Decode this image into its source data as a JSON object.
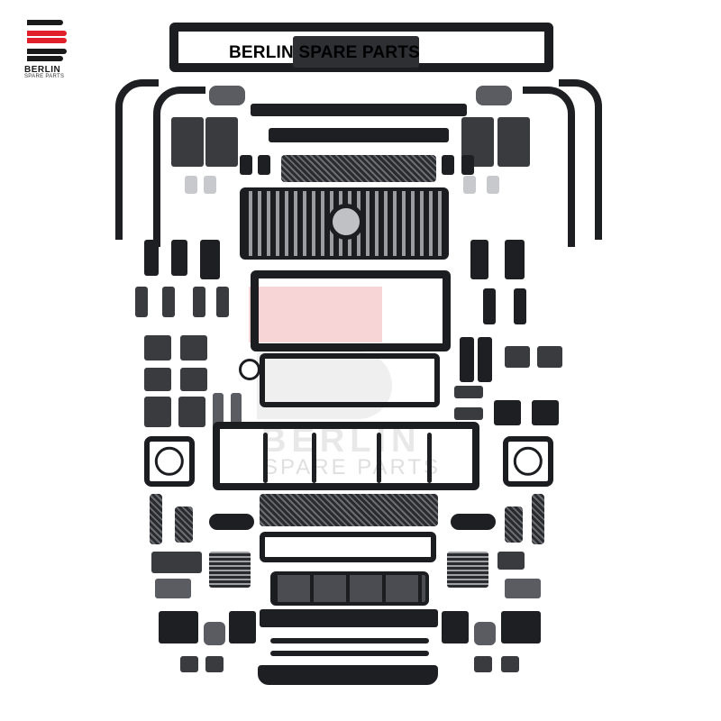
{
  "brand": {
    "logo_letter": "B",
    "name": "BERLIN",
    "tagline": "SPARE PARTS",
    "colors": {
      "red": "#e0202a",
      "black": "#1a1a1a"
    }
  },
  "overlay": {
    "title": "BERLIN SPARE PARTS",
    "watermark_word": "BERLIN",
    "watermark_sub": "SPARE PARTS"
  },
  "scene": {
    "description": "Body kit parts laid out on white background",
    "background": "#ffffff"
  }
}
